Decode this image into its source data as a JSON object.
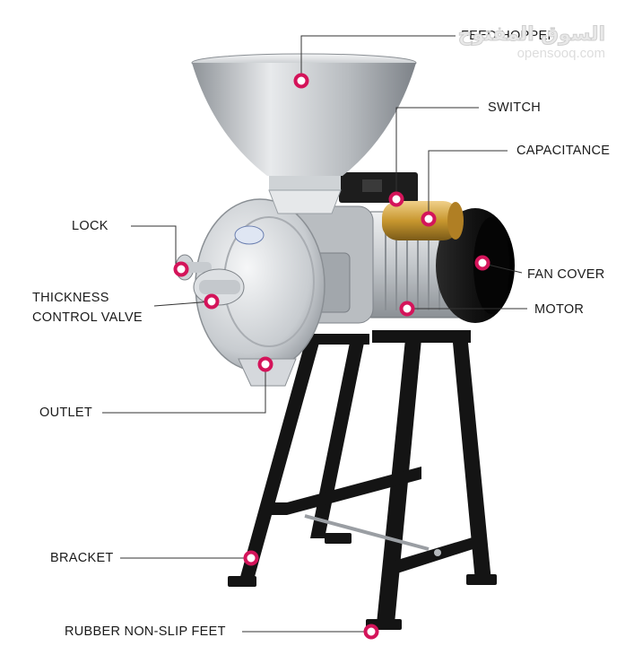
{
  "labels": {
    "feed_hopper": "FEED HOPPER",
    "switch": "SWITCH",
    "capacitance": "CAPACITANCE",
    "lock": "LOCK",
    "fan_cover": "FAN COVER",
    "thickness_line1": "THICKNESS",
    "thickness_line2": "CONTROL VALVE",
    "motor": "MOTOR",
    "outlet": "OUTLET",
    "bracket": "BRACKET",
    "rubber_feet": "RUBBER NON-SLIP FEET"
  },
  "watermark": {
    "arabic": "السوق المفتوح",
    "latin": "opensooq.com"
  },
  "colors": {
    "marker": "#d4145a",
    "line": "#333333",
    "steel": "#c9ccd0",
    "frame": "#151515",
    "motor_body": "#e2e4e6",
    "capacitor": "#c89a3a"
  }
}
